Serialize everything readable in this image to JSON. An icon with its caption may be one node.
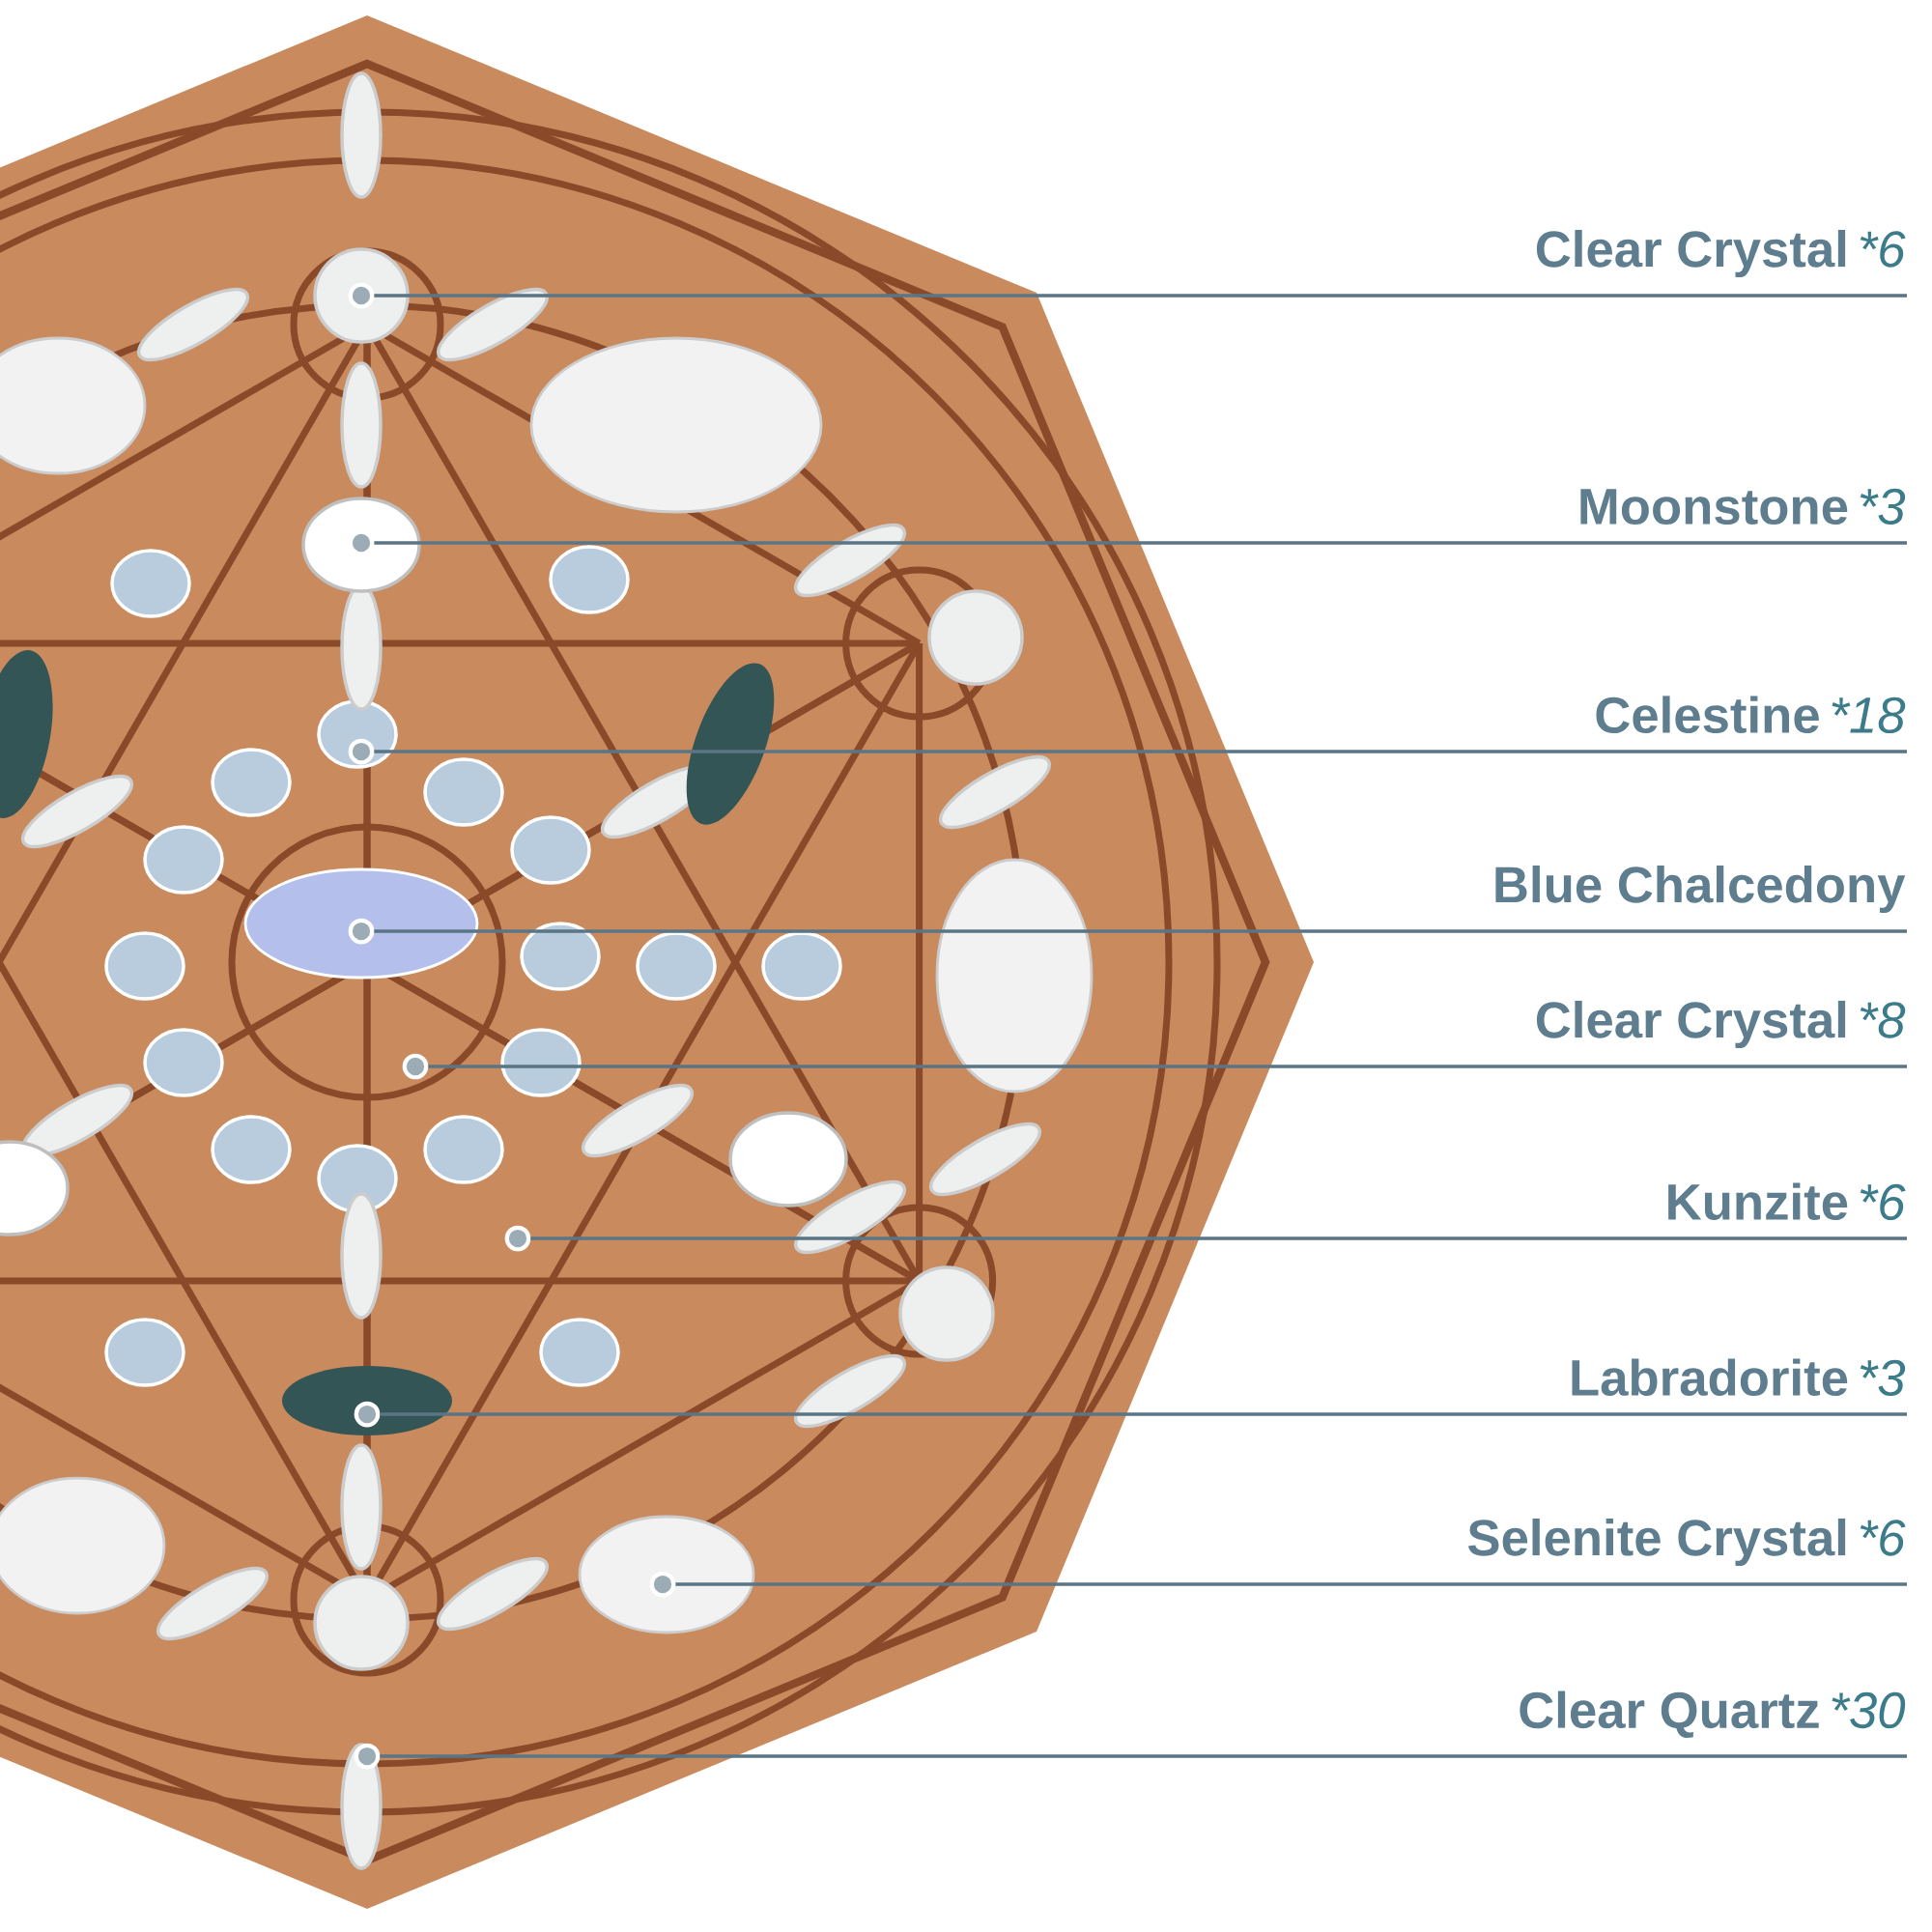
{
  "diagram": {
    "nodes": [
      {
        "text": [
          "Clear Crystal",
          "*6"
        ]
      },
      {
        "text": [
          "Moonstone",
          "*3"
        ]
      },
      {
        "text": [
          "Celestine",
          "*18"
        ]
      },
      {
        "text": [
          "Blue Chalcedony"
        ]
      },
      {
        "text": [
          "Clear Crystal",
          "*8"
        ]
      },
      {
        "text": [
          "Kunzite",
          "*6"
        ]
      },
      {
        "text": [
          "Labradorite",
          "*3"
        ]
      },
      {
        "text": [
          "Selenite Crystal",
          "*6"
        ]
      },
      {
        "text": [
          "Clear Quartz",
          "*30"
        ]
      },
      {
        "text": [],
        "shape": "circle"
      },
      {
        "text": [],
        "shape": "circle"
      },
      {
        "text": [],
        "shape": "circle"
      },
      {
        "text": [],
        "shape": "circle"
      },
      {
        "text": [],
        "shape": "circle"
      },
      {
        "text": [],
        "shape": "circle"
      },
      {
        "text": [],
        "shape": "circle"
      },
      {
        "text": [],
        "shape": "circle"
      },
      {
        "text": [],
        "shape": "circle"
      }
    ],
    "edges": [
      {
        "from": 0,
        "to": 9,
        "arrow": "none"
      },
      {
        "from": 1,
        "to": 10,
        "arrow": "none"
      },
      {
        "from": 2,
        "to": 11,
        "arrow": "none"
      },
      {
        "from": 3,
        "to": 12,
        "arrow": "none"
      },
      {
        "from": 4,
        "to": 13,
        "arrow": "none"
      },
      {
        "from": 5,
        "to": 14,
        "arrow": "none"
      },
      {
        "from": 6,
        "to": 15,
        "arrow": "none"
      },
      {
        "from": 7,
        "to": 16,
        "arrow": "none"
      },
      {
        "from": 8,
        "to": 17,
        "arrow": "none"
      }
    ]
  }
}
